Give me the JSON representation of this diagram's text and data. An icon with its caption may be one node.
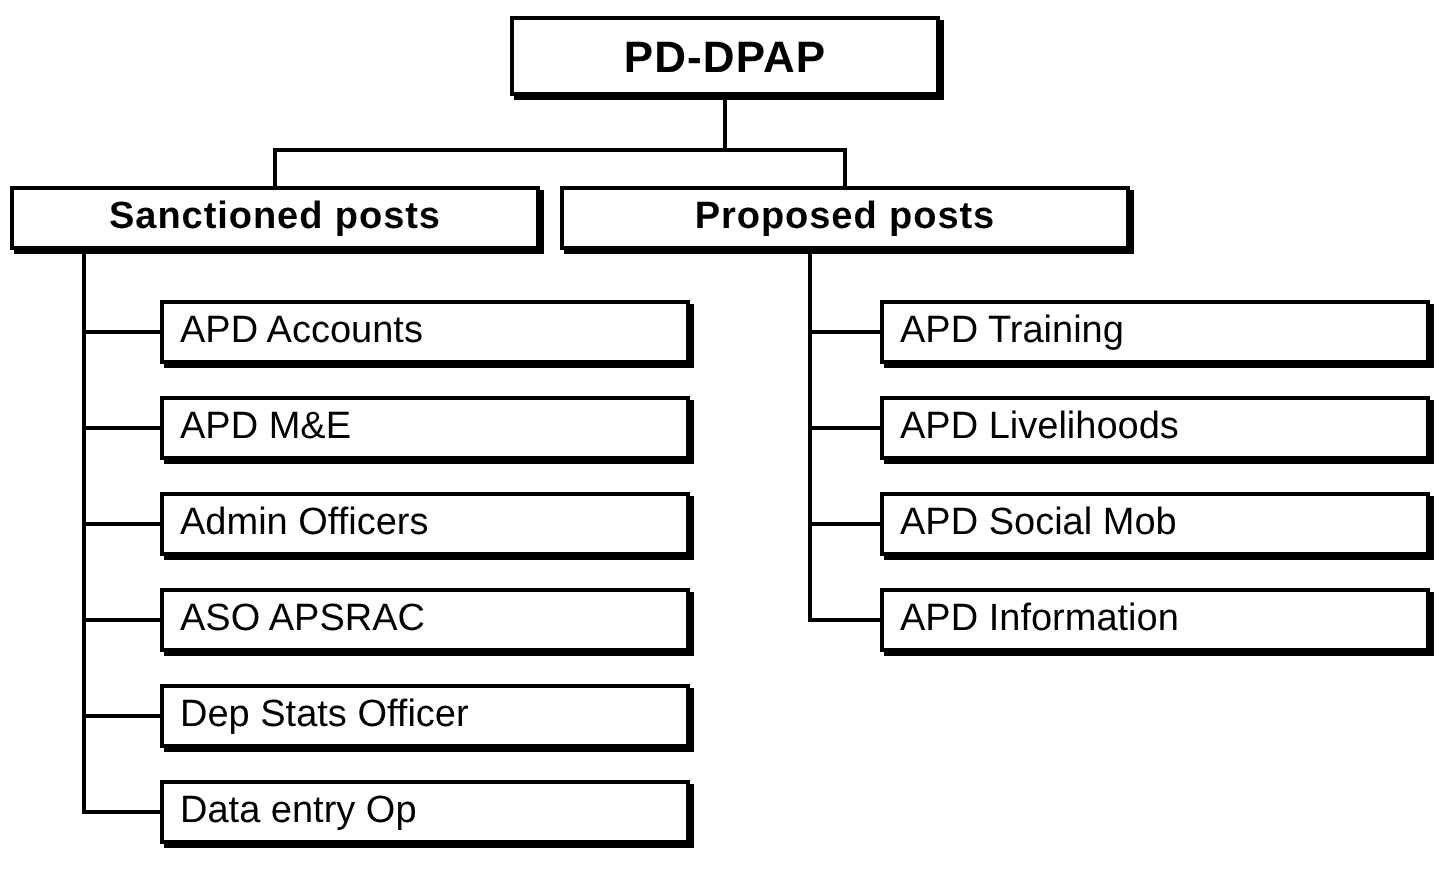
{
  "diagram": {
    "nodes": [
      {
        "text": [
          "PD-DPAP"
        ]
      },
      {
        "text": [
          "Sanctioned posts"
        ]
      },
      {
        "text": [
          "Proposed posts"
        ]
      },
      {
        "text": [
          "APD Accounts"
        ]
      },
      {
        "text": [
          "APD M&E"
        ]
      },
      {
        "text": [
          "Admin Officers"
        ]
      },
      {
        "text": [
          "ASO APSRAC"
        ]
      },
      {
        "text": [
          "Dep Stats Officer"
        ]
      },
      {
        "text": [
          "Data entry Op"
        ]
      },
      {
        "text": [
          "APD Training"
        ]
      },
      {
        "text": [
          "APD Livelihoods"
        ]
      },
      {
        "text": [
          "APD Social Mob"
        ]
      },
      {
        "text": [
          "APD Information"
        ]
      }
    ],
    "edges": [
      {
        "from": 0,
        "to": 1,
        "arrow": "none"
      },
      {
        "from": 0,
        "to": 2,
        "arrow": "none"
      },
      {
        "from": 1,
        "to": 3,
        "arrow": "none"
      },
      {
        "from": 1,
        "to": 4,
        "arrow": "none"
      },
      {
        "from": 1,
        "to": 5,
        "arrow": "none"
      },
      {
        "from": 1,
        "to": 6,
        "arrow": "none"
      },
      {
        "from": 1,
        "to": 7,
        "arrow": "none"
      },
      {
        "from": 1,
        "to": 8,
        "arrow": "none"
      },
      {
        "from": 2,
        "to": 9,
        "arrow": "none"
      },
      {
        "from": 2,
        "to": 10,
        "arrow": "none"
      },
      {
        "from": 2,
        "to": 11,
        "arrow": "none"
      },
      {
        "from": 2,
        "to": 12,
        "arrow": "none"
      }
    ]
  }
}
